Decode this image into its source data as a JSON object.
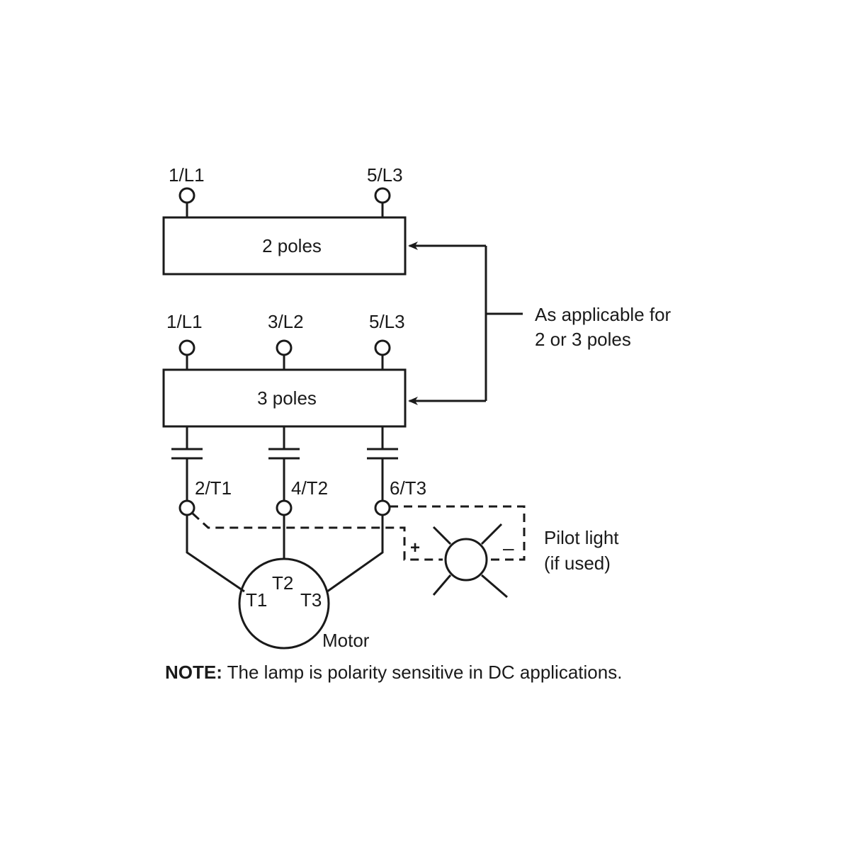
{
  "diagram": {
    "terminals_top_2p": {
      "left": "1/L1",
      "right": "5/L3"
    },
    "box_2_poles": "2 poles",
    "terminals_top_3p": {
      "left": "1/L1",
      "mid": "3/L2",
      "right": "5/L3"
    },
    "box_3_poles": "3 poles",
    "callout": {
      "line1": "As applicable for",
      "line2": "2 or 3 poles"
    },
    "terminals_bottom": {
      "t1": "2/T1",
      "t2": "4/T2",
      "t3": "6/T3"
    },
    "motor": {
      "t1": "T1",
      "t2": "T2",
      "t3": "T3",
      "label": "Motor"
    },
    "pilot": {
      "line1": "Pilot light",
      "line2": "(if used)",
      "plus": "+",
      "minus": "–"
    },
    "note": {
      "bold": "NOTE:",
      "text": " The lamp is polarity sensitive in DC applications."
    }
  }
}
